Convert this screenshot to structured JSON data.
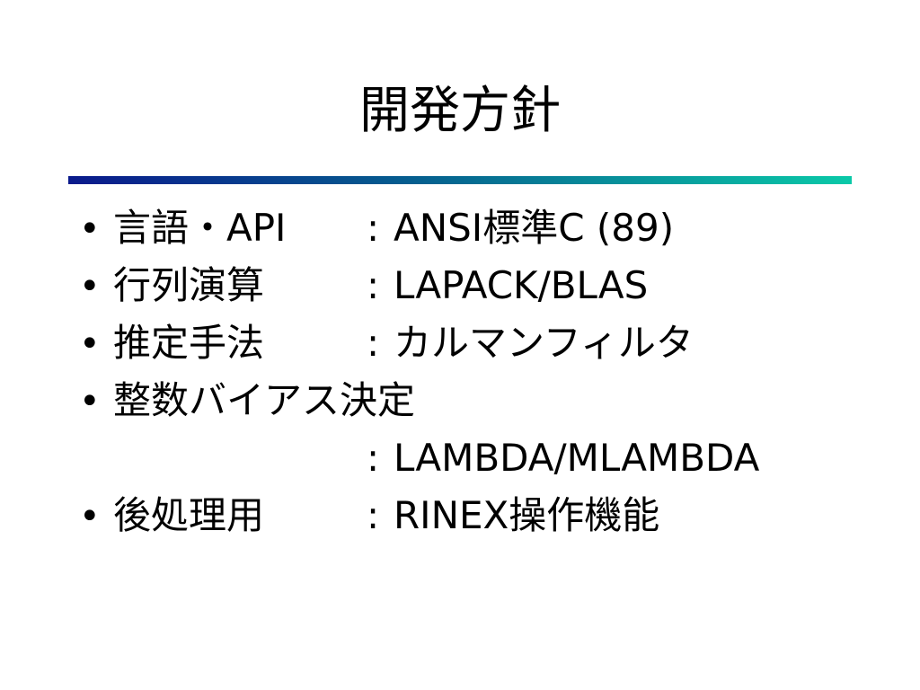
{
  "slide": {
    "title": "開発方針",
    "bullet_glyph": "•",
    "items": [
      {
        "label": "言語・API",
        "colon": ":",
        "value": "ANSI標準C (89)"
      },
      {
        "label": "行列演算",
        "colon": ":",
        "value": "LAPACK/BLAS"
      },
      {
        "label": "推定手法",
        "colon": ":",
        "value": "カルマンフィルタ"
      },
      {
        "label": "整数バイアス決定",
        "colon": ":",
        "value": "LAMBDA/MLAMBDA"
      },
      {
        "label": "後処理用",
        "colon": ":",
        "value": "RINEX操作機能"
      }
    ],
    "rule_colors": {
      "start": "#0a1a8c",
      "mid": "#06608f",
      "end": "#0ac9a8"
    }
  }
}
